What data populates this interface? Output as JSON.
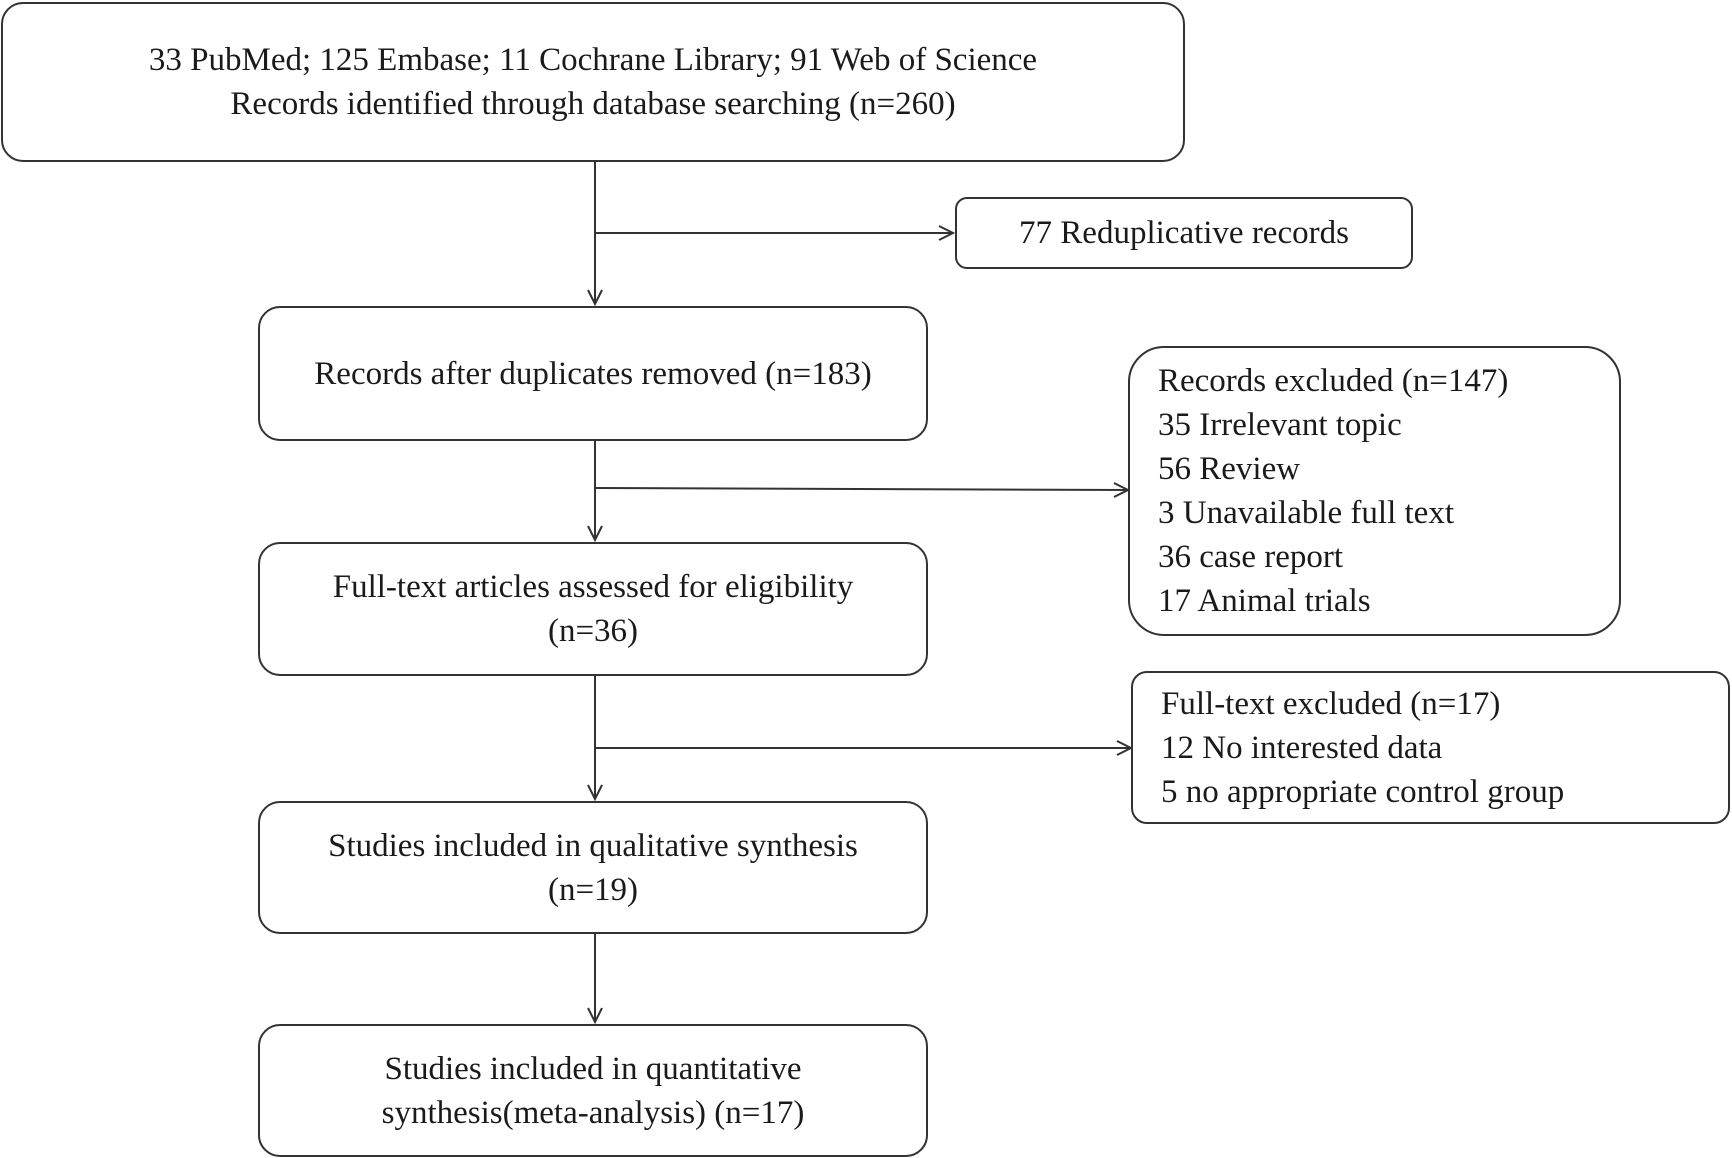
{
  "identification": {
    "line1": "33 PubMed; 125 Embase; 11 Cochrane Library; 91 Web of Science",
    "line2": "Records identified through database searching (n=260)"
  },
  "duplicates": {
    "line1": "77 Reduplicative records"
  },
  "screened": {
    "line1": "Records after duplicates removed (n=183)"
  },
  "records_excluded": {
    "title": "Records excluded (n=147)",
    "items": [
      "35 Irrelevant topic",
      "56 Review",
      "3 Unavailable full text",
      "36 case report",
      "17 Animal trials"
    ]
  },
  "eligibility": {
    "line1": "Full-text articles assessed for eligibility",
    "line2": "(n=36)"
  },
  "fulltext_excluded": {
    "title": "Full-text excluded (n=17)",
    "items": [
      "12 No interested data",
      "5 no appropriate control group"
    ]
  },
  "qualitative": {
    "line1": "Studies included in qualitative synthesis",
    "line2": "(n=19)"
  },
  "quantitative": {
    "line1": "Studies included in quantitative",
    "line2": "synthesis(meta-analysis) (n=17)"
  }
}
